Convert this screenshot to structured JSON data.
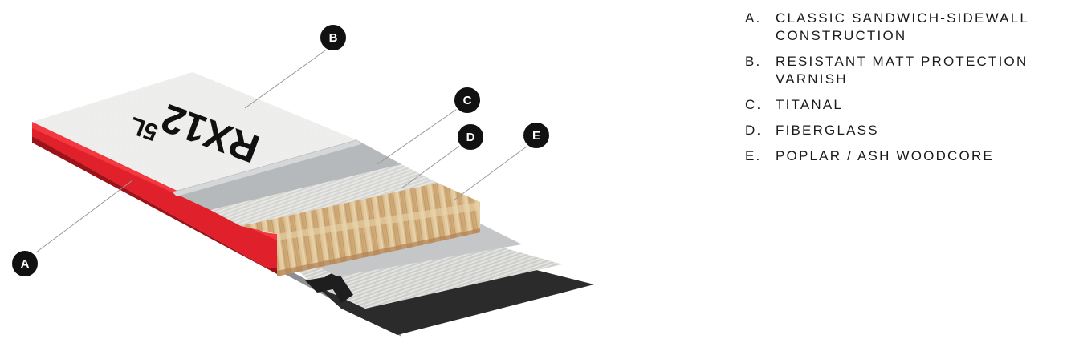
{
  "diagram": {
    "ski_print_main": "RX12",
    "ski_print_sub": "5L",
    "markers": [
      {
        "letter": "A"
      },
      {
        "letter": "B"
      },
      {
        "letter": "C"
      },
      {
        "letter": "D"
      },
      {
        "letter": "E"
      }
    ]
  },
  "legend": [
    {
      "letter": "A.",
      "text": "CLASSIC SANDWICH-SIDEWALL CONSTRUCTION"
    },
    {
      "letter": "B.",
      "text": "RESISTANT MATT PROTECTION VARNISH"
    },
    {
      "letter": "C.",
      "text": "TITANAL"
    },
    {
      "letter": "D.",
      "text": "FIBERGLASS"
    },
    {
      "letter": "E.",
      "text": "POPLAR / ASH WOODCORE"
    }
  ],
  "colors": {
    "marker_fill": "#111111",
    "sidewall_red": "#e0202a",
    "titanal": "#b9bcbf",
    "fiberglass": "#d9d9d6",
    "woodcore": "#d8b98a",
    "base": "#2f2f2f",
    "topsheet": "#ededec"
  }
}
